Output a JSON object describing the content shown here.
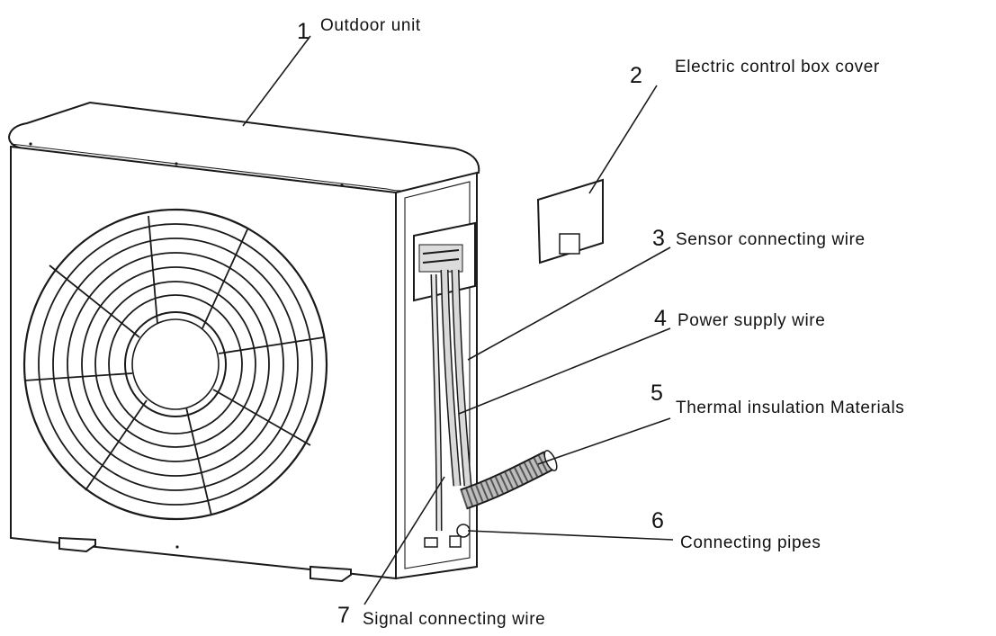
{
  "callouts": [
    {
      "number": "1",
      "label": "Outdoor unit"
    },
    {
      "number": "2",
      "label": "Electric control box cover"
    },
    {
      "number": "3",
      "label": "Sensor connecting wire"
    },
    {
      "number": "4",
      "label": "Power supply wire"
    },
    {
      "number": "5",
      "label": "Thermal insulation Materials"
    },
    {
      "number": "6",
      "label": "Connecting pipes"
    },
    {
      "number": "7",
      "label": "Signal connecting wire"
    }
  ]
}
